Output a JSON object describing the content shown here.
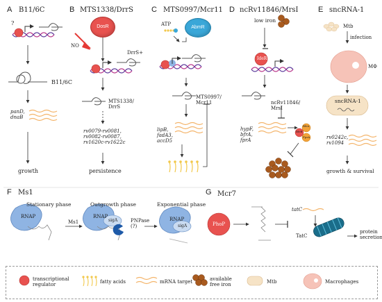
{
  "colors": {
    "regulator": "#e8524f",
    "mrna": "#f4b46a",
    "dna_pink": "#b8358a",
    "dna_purple": "#5c3a9b",
    "iron": "#a85a1e",
    "mtb": "#f6e3c6",
    "macrophage": "#f6c3b8",
    "protein_blue": "#8fb4e3",
    "abmr": "#3aa7d8"
  },
  "panels": {
    "a": {
      "letter": "A",
      "title": "B11/6C",
      "srna": "B11/6C",
      "targets": "panD,\ndnaB",
      "outcome": "growth",
      "unknown": "?"
    },
    "b": {
      "letter": "B",
      "title": "MTS1338/DrrS",
      "regulator": "DosR",
      "signal": "NO",
      "product": "DrrS+",
      "srna": "MTS1338/\nDrrS",
      "targets": "rv0079-rv0081,\nrv0082-rv0087,\nrv1620c-rv1622c",
      "outcome": "persistence"
    },
    "c": {
      "letter": "C",
      "title": "MTS0997/Mcr11",
      "atp": "ATP",
      "regulator": "AbmR",
      "srna": "MTS0997/\nMcr11",
      "targets": "lipB,\nfadA3,\naccD5"
    },
    "d": {
      "letter": "D",
      "title": "ncRv11846/MrsI",
      "condition": "low iron",
      "regulator": "IdeR",
      "srna": "ncRv11846/\nMrsI",
      "targets": "hypF,\nbfrA,\nfprA",
      "bfrA_label": "BfrA",
      "bfrB_label": "BfrB",
      "fpra_label": "FprA",
      "iron_label": "Fe"
    },
    "e": {
      "letter": "E",
      "title": "sncRNA-1",
      "mtb": "Mtb",
      "step1": "infection",
      "macrophage": "MΦ",
      "srna": "sncRNA-1",
      "targets": "rv0242c,\nrv1094",
      "outcome": "growth & survival"
    },
    "f": {
      "letter": "F",
      "title": "Ms1",
      "phase1": "Stationary phase",
      "phase2": "Outgrowth phase",
      "phase3": "Exponential phase",
      "rnap": "RNAP",
      "siga": "sigA",
      "srna": "Ms1",
      "enzyme": "PNPase\n(?)"
    },
    "g": {
      "letter": "G",
      "title": "Mcr7",
      "regulator": "PhoP",
      "target": "tatC",
      "protein": "TatC",
      "outcome": "protein\nsecretion"
    }
  },
  "legend": [
    {
      "icon": "regulator-circle",
      "label": "transcriptional\nregulator"
    },
    {
      "icon": "fatty-acid",
      "label": "fatty acids"
    },
    {
      "icon": "mrna-lines",
      "label": "mRNA target"
    },
    {
      "icon": "iron-cluster",
      "label": "available\nfree iron"
    },
    {
      "icon": "mtb-cell",
      "label": "Mtb"
    },
    {
      "icon": "macrophage-cell",
      "label": "Macrophages"
    }
  ]
}
